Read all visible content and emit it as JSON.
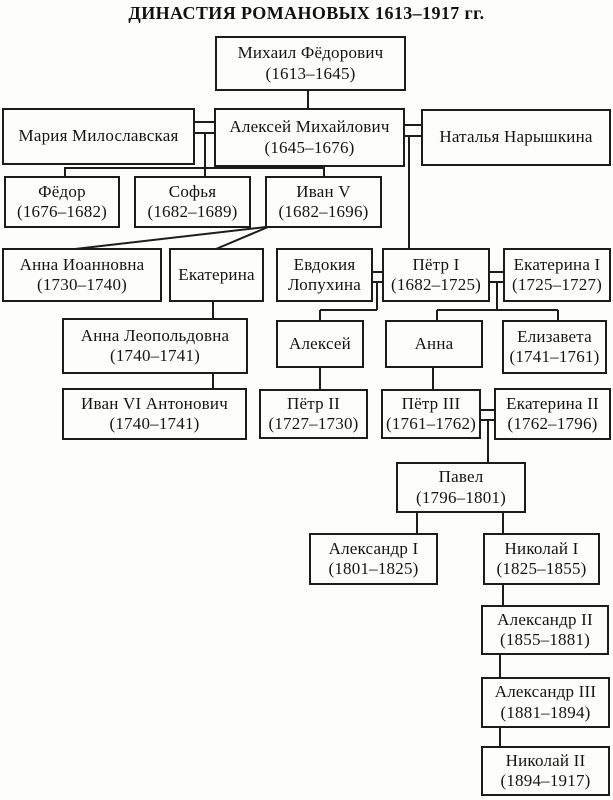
{
  "title": "ДИНАСТИЯ РОМАНОВЫХ 1613–1917 гг.",
  "persons": {
    "mikhail_fedorovich": {
      "name": "Михаил Фёдорович",
      "dates": "(1613–1645)"
    },
    "maria_miloslavskaya": {
      "name": "Мария Милославская",
      "dates": ""
    },
    "aleksey_mikhailovich": {
      "name": "Алексей Михайлович",
      "dates": "(1645–1676)"
    },
    "natalya_naryshkina": {
      "name": "Наталья Нарышкина",
      "dates": ""
    },
    "fedor": {
      "name": "Фёдор",
      "dates": "(1676–1682)"
    },
    "sofya": {
      "name": "Софья",
      "dates": "(1682–1689)"
    },
    "ivan_v": {
      "name": "Иван V",
      "dates": "(1682–1696)"
    },
    "anna_ioannovna": {
      "name": "Анна Иоанновна",
      "dates": "(1730–1740)"
    },
    "ekaterina_ivanovna": {
      "name": "Екатерина",
      "dates": ""
    },
    "evdokia_lopukhina": {
      "name": "Евдокия Лопухина",
      "dates": ""
    },
    "petr_i": {
      "name": "Пётр I",
      "dates": "(1682–1725)"
    },
    "ekaterina_i": {
      "name": "Екатерина I",
      "dates": "(1725–1727)"
    },
    "anna_leopoldovna": {
      "name": "Анна Леопольдовна",
      "dates": "(1740–1741)"
    },
    "aleksey_petrovich": {
      "name": "Алексей",
      "dates": ""
    },
    "anna_petrovna": {
      "name": "Анна",
      "dates": ""
    },
    "elizaveta": {
      "name": "Елизавета",
      "dates": "(1741–1761)"
    },
    "ivan_vi": {
      "name": "Иван VI Антонович",
      "dates": "(1740–1741)"
    },
    "petr_ii": {
      "name": "Пётр II",
      "dates": "(1727–1730)"
    },
    "petr_iii": {
      "name": "Пётр III",
      "dates": "(1761–1762)"
    },
    "ekaterina_ii": {
      "name": "Екатерина II",
      "dates": "(1762–1796)"
    },
    "pavel": {
      "name": "Павел",
      "dates": "(1796–1801)"
    },
    "aleksandr_i": {
      "name": "Александр I",
      "dates": "(1801–1825)"
    },
    "nikolay_i": {
      "name": "Николай I",
      "dates": "(1825–1855)"
    },
    "aleksandr_ii": {
      "name": "Александр II",
      "dates": "(1855–1881)"
    },
    "aleksandr_iii": {
      "name": "Александр III",
      "dates": "(1881–1894)"
    },
    "nikolay_ii": {
      "name": "Николай II",
      "dates": "(1894–1917)"
    }
  },
  "colors": {
    "line": "#1c1c1c",
    "box_border": "#1c1c1c",
    "background": "#fdfdfc",
    "text": "#141414"
  }
}
